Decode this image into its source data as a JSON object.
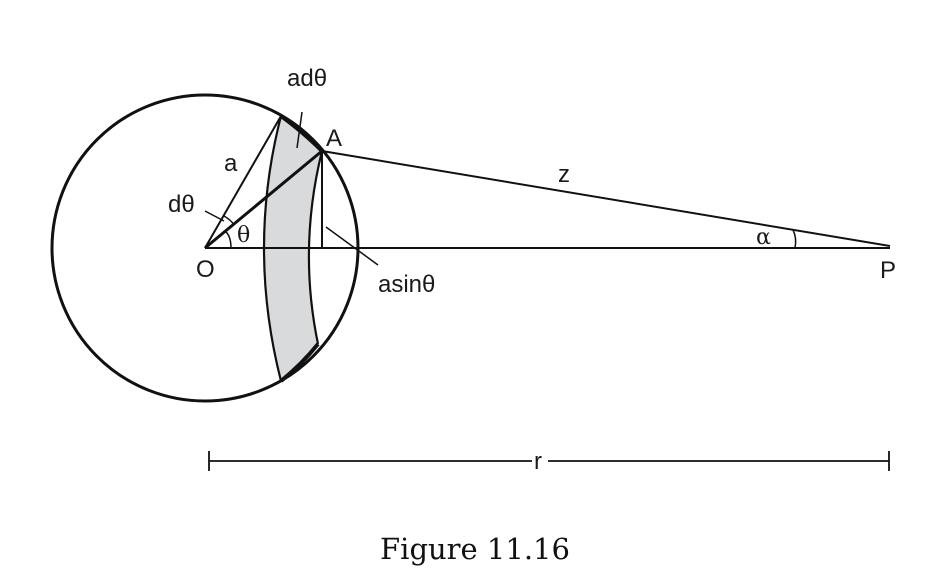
{
  "labels": {
    "origin": "O",
    "point_a": "A",
    "point_p": "P",
    "radius": "a",
    "arc_width": "adθ",
    "d_theta": "dθ",
    "theta": "θ",
    "distance_z": "z",
    "angle_alpha": "α",
    "height": "asinθ",
    "distance_r": "r"
  },
  "caption": "Figure 11.16",
  "colors": {
    "line": "#111111",
    "band_fill": "#d9dadc",
    "background": "#ffffff"
  }
}
